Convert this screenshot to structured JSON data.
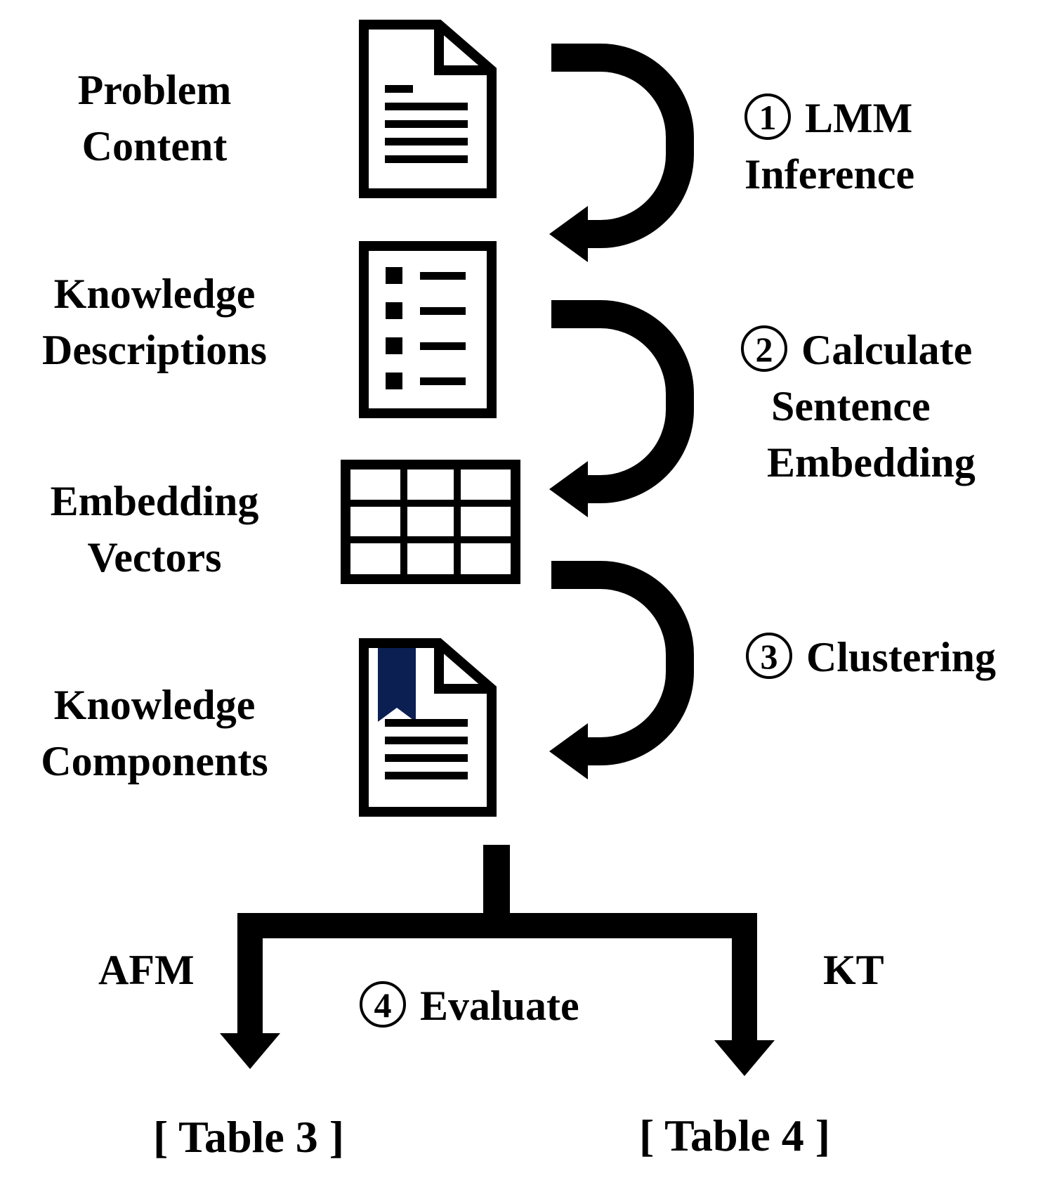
{
  "stages": [
    {
      "id": "problem-content",
      "lines": [
        "Problem",
        "Content"
      ],
      "icon": "document-icon"
    },
    {
      "id": "knowledge-descriptions",
      "lines": [
        "Knowledge",
        "Descriptions"
      ],
      "icon": "checklist-icon"
    },
    {
      "id": "embedding-vectors",
      "lines": [
        "Embedding",
        "Vectors"
      ],
      "icon": "grid-table-icon"
    },
    {
      "id": "knowledge-components",
      "lines": [
        "Knowledge",
        "Components"
      ],
      "icon": "bookmarked-document-icon"
    }
  ],
  "steps": [
    {
      "number": "1",
      "lines": [
        "LMM",
        "Inference"
      ]
    },
    {
      "number": "2",
      "lines": [
        "Calculate",
        "Sentence",
        "Embedding"
      ]
    },
    {
      "number": "3",
      "lines": [
        "Clustering"
      ]
    },
    {
      "number": "4",
      "lines": [
        "Evaluate"
      ]
    }
  ],
  "branches": {
    "left": {
      "label": "AFM",
      "target": "[ Table 3 ]"
    },
    "right": {
      "label": "KT",
      "target": "[ Table 4 ]"
    }
  },
  "colors": {
    "ink": "#000000",
    "bookmark": "#0b1f52",
    "background": "#ffffff"
  }
}
